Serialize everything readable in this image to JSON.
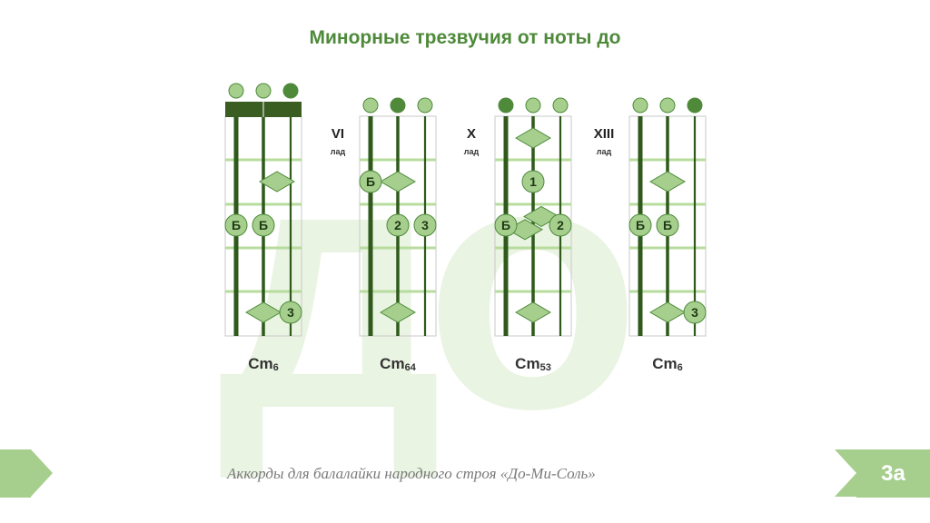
{
  "title": "Минорные трезвучия от ноты до",
  "watermark": "до",
  "footer": {
    "caption": "Аккорды для балалайки народного строя «До-Ми-Соль»",
    "page": "3а"
  },
  "colors": {
    "accent": "#4e8a3a",
    "dark": "#2f5a1c",
    "light": "#a6cf8e",
    "fret": "#b7dc9e",
    "bar": "#3a5e22"
  },
  "diagrams": [
    {
      "name": "Cm",
      "sub": "6",
      "lad_num": "",
      "lad_word": "",
      "barre": true,
      "open": [
        "light",
        "light",
        "dark"
      ],
      "marks": [
        {
          "type": "diamond",
          "str": 1.5,
          "fret": 1
        },
        {
          "type": "circle",
          "str": 0,
          "fret": 2,
          "label": "Б"
        },
        {
          "type": "circle",
          "str": 1,
          "fret": 2,
          "label": "Б"
        },
        {
          "type": "diamond",
          "str": 1,
          "fret": 4
        },
        {
          "type": "circle",
          "str": 2,
          "fret": 4,
          "label": "3"
        }
      ]
    },
    {
      "name": "Cm",
      "sub": "64",
      "lad_num": "VI",
      "lad_word": "лад",
      "barre": false,
      "open": [
        "light",
        "dark",
        "light"
      ],
      "marks": [
        {
          "type": "diamond",
          "str": 1,
          "fret": 1
        },
        {
          "type": "circle",
          "str": 0,
          "fret": 1,
          "label": "Б"
        },
        {
          "type": "circle",
          "str": 1,
          "fret": 2,
          "label": "2"
        },
        {
          "type": "circle",
          "str": 2,
          "fret": 2,
          "label": "3"
        },
        {
          "type": "diamond",
          "str": 1,
          "fret": 4
        }
      ]
    },
    {
      "name": "Cm",
      "sub": "53",
      "lad_num": "X",
      "lad_word": "лад",
      "barre": false,
      "open": [
        "dark",
        "light",
        "light"
      ],
      "marks": [
        {
          "type": "diamond",
          "str": 1,
          "fret": 0
        },
        {
          "type": "circle",
          "str": 1,
          "fret": 1,
          "label": "1"
        },
        {
          "type": "diamond",
          "str": 1.3,
          "fret": 1.8
        },
        {
          "type": "diamond",
          "str": 0.7,
          "fret": 2.1
        },
        {
          "type": "circle",
          "str": 0,
          "fret": 2,
          "label": "Б"
        },
        {
          "type": "circle",
          "str": 2,
          "fret": 2,
          "label": "2"
        },
        {
          "type": "diamond",
          "str": 1,
          "fret": 4
        }
      ]
    },
    {
      "name": "Cm",
      "sub": "6",
      "lad_num": "XIII",
      "lad_word": "лад",
      "barre": false,
      "open": [
        "light",
        "light",
        "dark"
      ],
      "marks": [
        {
          "type": "diamond",
          "str": 1,
          "fret": 1
        },
        {
          "type": "circle",
          "str": 0,
          "fret": 2,
          "label": "Б"
        },
        {
          "type": "circle",
          "str": 1,
          "fret": 2,
          "label": "Б"
        },
        {
          "type": "diamond",
          "str": 1,
          "fret": 4
        },
        {
          "type": "circle",
          "str": 2,
          "fret": 4,
          "label": "3"
        }
      ]
    }
  ]
}
